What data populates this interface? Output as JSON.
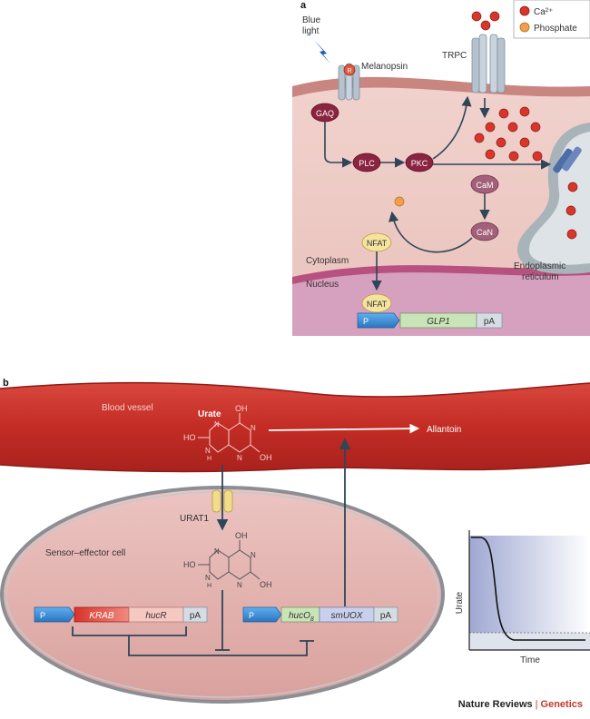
{
  "panel_a": {
    "label": "a",
    "legend": {
      "ca": "Ca²⁺",
      "phosphate": "Phosphate"
    },
    "blue_light": [
      "Blue",
      "light"
    ],
    "melanopsin": "Melanopsin",
    "trpc": "TRPC",
    "r_symbol": "R",
    "gaq": "GAQ",
    "plc": "PLC",
    "pkc": "PKC",
    "cam": "CaM",
    "can": "CaN",
    "nfat": "NFAT",
    "nfat_nucleus": "NFAT",
    "cytoplasm": "Cytoplasm",
    "nucleus": "Nucleus",
    "er": [
      "Endoplasmic",
      "reticulum"
    ],
    "promoter": "P",
    "gene": "GLP1",
    "pa": "pA"
  },
  "panel_b": {
    "label": "b",
    "blood_vessel": "Blood vessel",
    "urate": "Urate",
    "allantoin": "Allantoin",
    "urat1": "URAT1",
    "cell": "Sensor–effector cell",
    "mol": {
      "oh": "OH",
      "ho": "HO",
      "n": "N",
      "h": "H"
    },
    "construct1": {
      "promoter": "P",
      "krab": "KRAB",
      "hucr": "hucR",
      "pa": "pA"
    },
    "construct2": {
      "promoter": "P",
      "hucoa": "hucO",
      "hucoa_sub": "8",
      "smuox": "smUOX",
      "pa": "pA"
    },
    "plot": {
      "ylabel": "Urate",
      "xlabel": "Time"
    }
  },
  "footer": {
    "journal": "Nature Reviews",
    "section": "Genetics"
  },
  "colors": {
    "blood": "#c7322a",
    "cell_fill": "#e5b1ae",
    "ca": "#d9362b",
    "phosphate": "#f0a048",
    "node": "#8a2440",
    "nfat": "#f5e3a0",
    "promoter": "#3f8fd6",
    "gene_green": "#c9e5b8"
  }
}
